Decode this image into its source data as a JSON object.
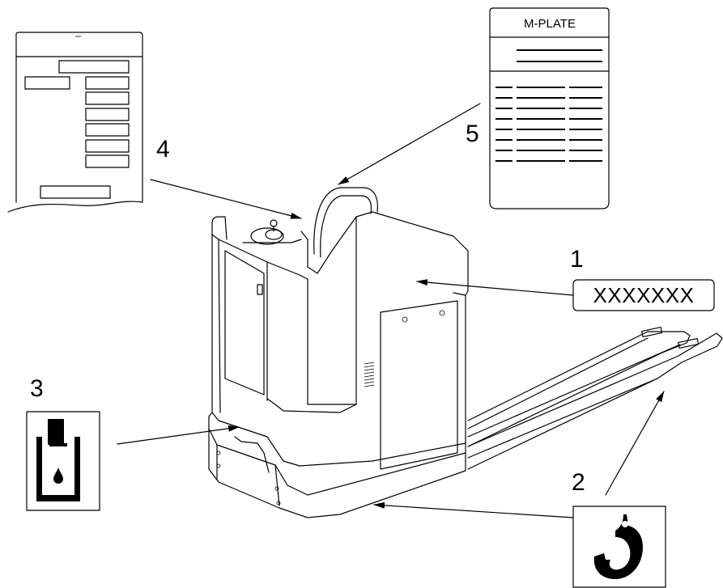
{
  "callouts": [
    {
      "number": "1",
      "label": "serial-number-plate"
    },
    {
      "number": "2",
      "label": "lifting-point-hook-symbol"
    },
    {
      "number": "3",
      "label": "hydraulic-oil-symbol"
    },
    {
      "number": "4",
      "label": "capacity-chart"
    },
    {
      "number": "5",
      "label": "manufacturer-plate"
    }
  ],
  "serial_plate": {
    "text": "XXXXXXX"
  },
  "m_plate": {
    "title": "M-PLATE"
  },
  "icons": {
    "hydraulic": "hydraulic-oil-icon",
    "hook": "lifting-hook-icon"
  }
}
